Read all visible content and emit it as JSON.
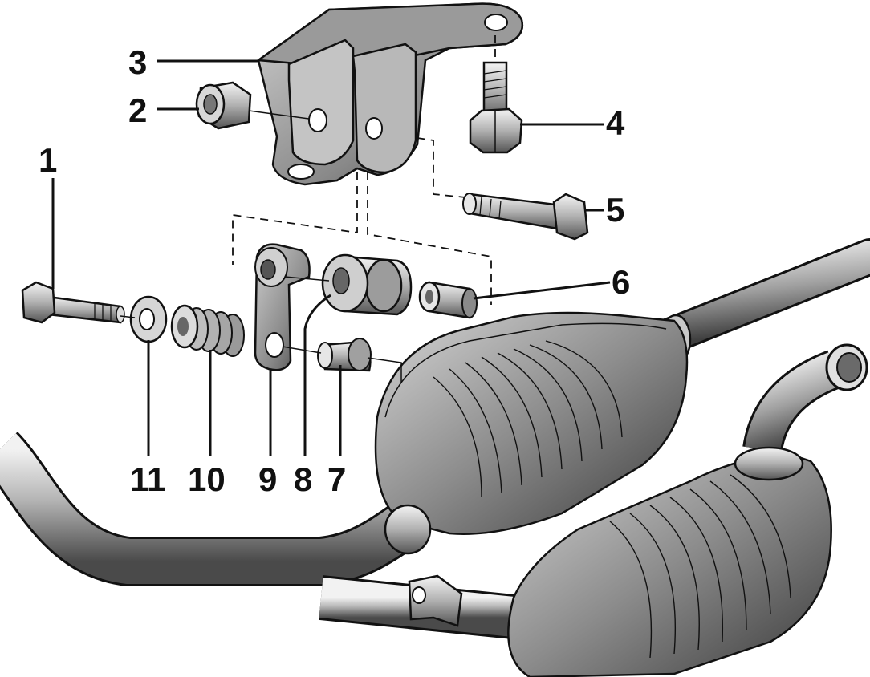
{
  "diagram": {
    "callouts": [
      {
        "id": "1",
        "text": "1"
      },
      {
        "id": "2",
        "text": "2"
      },
      {
        "id": "3",
        "text": "3"
      },
      {
        "id": "4",
        "text": "4"
      },
      {
        "id": "5",
        "text": "5"
      },
      {
        "id": "6",
        "text": "6"
      },
      {
        "id": "7",
        "text": "7"
      },
      {
        "id": "8",
        "text": "8"
      },
      {
        "id": "9",
        "text": "9"
      },
      {
        "id": "10",
        "text": "10"
      },
      {
        "id": "11",
        "text": "11"
      }
    ],
    "colors": {
      "metal_light": "#e4e4e4",
      "metal_mid": "#a8a8a8",
      "metal_dark": "#5a5a5a",
      "outline": "#111111",
      "background": "#ffffff"
    }
  }
}
